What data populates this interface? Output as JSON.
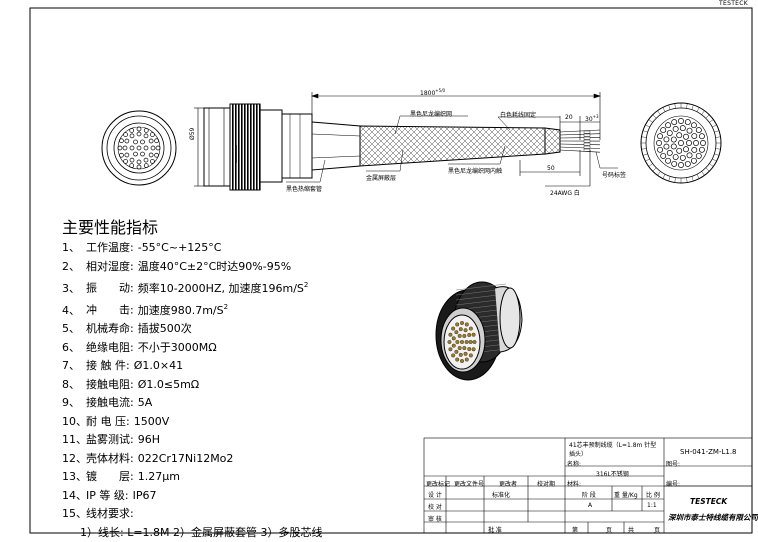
{
  "brand": "TESTECK",
  "drawing": {
    "dim_total": "1800",
    "dim_total_tol_plus": "+5",
    "dim_total_tol_minus": "0",
    "dim_diameter": "Ø59",
    "dim_20": "20",
    "dim_30": "30",
    "dim_30_tol": "+3",
    "dim_50": "50",
    "label_braid_top": "黑色尼龙编织网",
    "label_white_tie": "白色耗线固定",
    "label_shield": "金属屏蔽层",
    "label_braid_inner": "黑色尼龙编织网内触",
    "label_heat_shrink": "黑色热缩套管",
    "label_wire_marker": "号码标签",
    "label_awg": "24AWG 白"
  },
  "specs": {
    "title": "主要性能指标",
    "items": [
      {
        "num": "1、",
        "label": "工作温度:",
        "value": "-55°C~+125°C"
      },
      {
        "num": "2、",
        "label": "相对湿度:",
        "value": "温度40°C±2°C时达90%-95%"
      },
      {
        "num": "3、",
        "label": "振　　动:",
        "value": "频率10-2000HZ, 加速度196m/S",
        "sup": "2"
      },
      {
        "num": "4、",
        "label": "冲　　击:",
        "value": "加速度980.7m/S",
        "sup": "2"
      },
      {
        "num": "5、",
        "label": "机械寿命:",
        "value": "插拔500次"
      },
      {
        "num": "6、",
        "label": "绝缘电阻:",
        "value": "不小于3000MΩ"
      },
      {
        "num": "7、",
        "label": "接 触 件:",
        "value": "Ø1.0×41"
      },
      {
        "num": "8、",
        "label": "接触电阻:",
        "value": "Ø1.0≤5mΩ"
      },
      {
        "num": "9、",
        "label": "接触电流:",
        "value": "5A"
      },
      {
        "num": "10、",
        "label": "耐 电 压:",
        "value": "1500V"
      },
      {
        "num": "11、",
        "label": "盐雾测试:",
        "value": "96H"
      },
      {
        "num": "12、",
        "label": "壳体材料:",
        "value": "022Cr17Ni12Mo2"
      },
      {
        "num": "13、",
        "label": "镀　　层:",
        "value": "1.27μm"
      },
      {
        "num": "14、",
        "label": "IP 等 级:",
        "value": "IP67"
      },
      {
        "num": "15、",
        "label": "线材要求:",
        "value": ""
      }
    ],
    "wire_req": "1）线长: L=1.8M 2）金属屏蔽套管 3）多股芯线"
  },
  "title_block": {
    "name_value": "41芯丰预制线缆（L=1.8m 针型插头）",
    "name_label": "名称:",
    "drawing_no_label": "图号:",
    "drawing_no": "SH-041-ZM-L1.8",
    "material_value": "316L不锈钢",
    "material_label": "材料:",
    "code_label": "编号:",
    "rev_marks": "更改标记",
    "rev_file": "更改文件号",
    "rev_person": "更改者",
    "rev_date": "校对期",
    "design": "设 计",
    "standardize": "标准化",
    "check": "校 对",
    "approve": "批 准",
    "review": "审 核",
    "stage": "阶 段",
    "weight": "重 量/Kg",
    "scale": "比 例",
    "stage_val": "A",
    "scale_val": "1:1",
    "page": "第",
    "page_total": "共",
    "page_unit": "页",
    "company_brand": "TESTECK",
    "company": "深圳市泰士特线缆有限公司"
  }
}
